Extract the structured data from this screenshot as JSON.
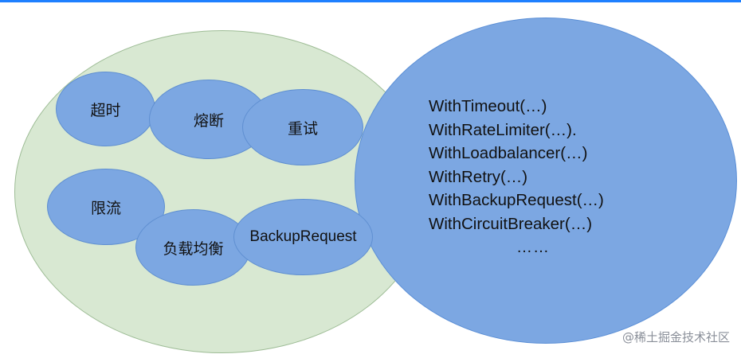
{
  "capabilities": {
    "timeout": "超时",
    "circuit_breaker": "熔断",
    "retry": "重试",
    "rate_limit": "限流",
    "load_balancing": "负载均衡",
    "backup_request": "BackupRequest"
  },
  "options": [
    "WithTimeout(…)",
    "WithRateLimiter(…).",
    "WithLoadbalancer(…)",
    "WithRetry(…)",
    "WithBackupRequest(…)",
    "WithCircuitBreaker(…)"
  ],
  "ellipsis": "……",
  "watermark": "@稀土掘金技术社区",
  "colors": {
    "outer_left": "#d8e8d2",
    "bubble": "#7ca7e2",
    "outer_right": "#7ca7e2",
    "accent_rule": "#1e80ff"
  }
}
